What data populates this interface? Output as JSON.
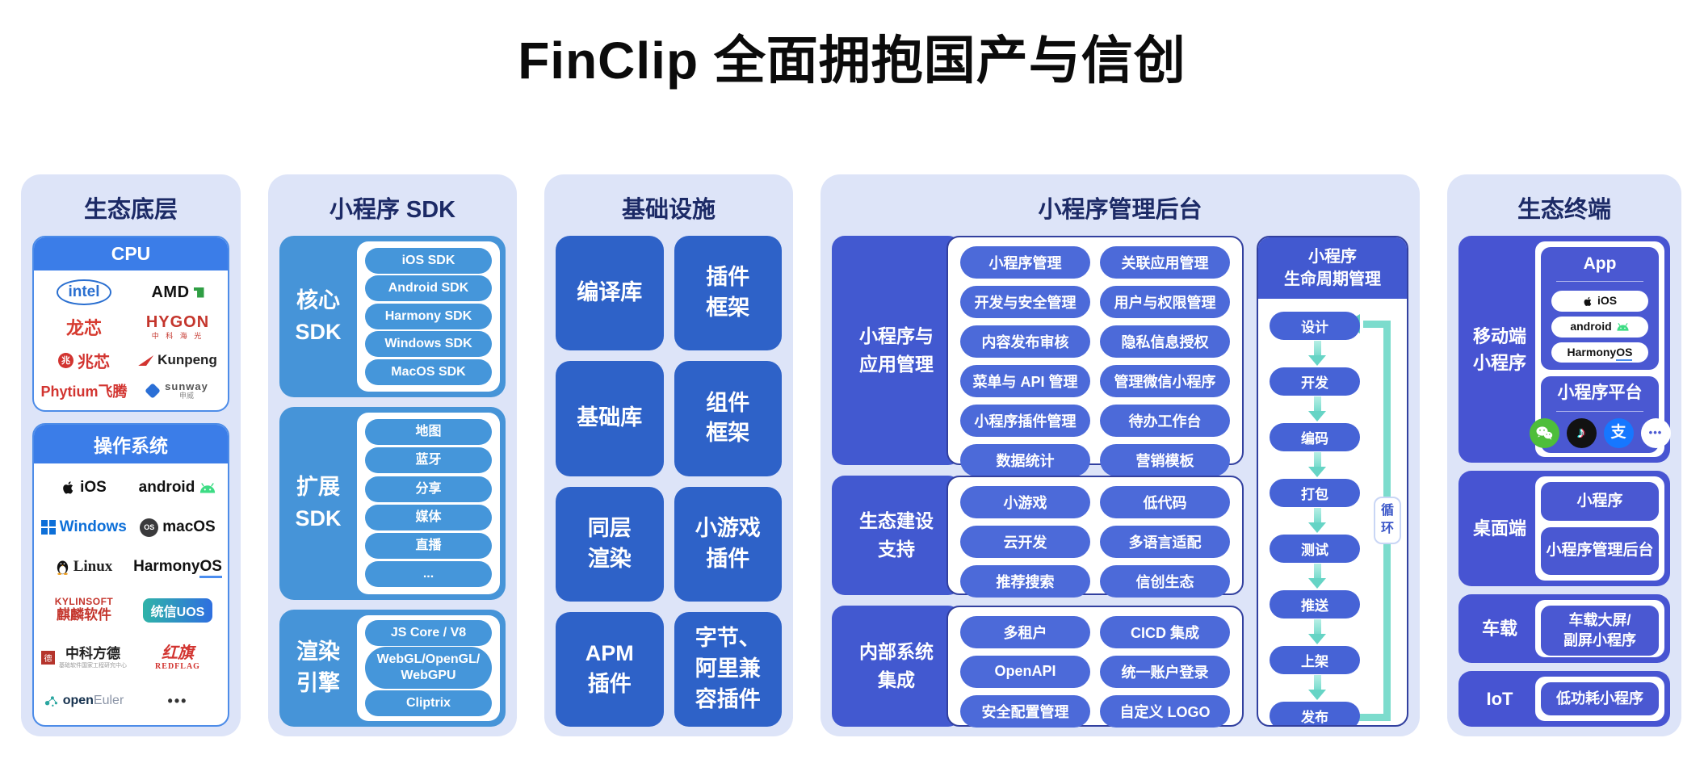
{
  "title": "FinClip 全面拥抱国产与信创",
  "colors": {
    "container_bg": "#dde4f8",
    "section_title": "#1c2a66",
    "header_blue": "#3b7de8",
    "sdk_blue": "#4694d8",
    "infra_blue": "#2e62c8",
    "admin_indigo": "#4259d0",
    "pill_indigo": "#4c6ad9",
    "terminal_indigo": "#4754d2",
    "loop_teal": "#7cdccd"
  },
  "eco_base": {
    "title": "生态底层",
    "cpu": {
      "header": "CPU",
      "logos": [
        {
          "name": "intel",
          "label": "intel"
        },
        {
          "name": "amd",
          "label": "AMD"
        },
        {
          "name": "loongson",
          "label": "龙芯"
        },
        {
          "name": "hygon",
          "label": "HYGON",
          "sub": "中 科 海 光"
        },
        {
          "name": "zhaoxin",
          "label": "兆芯",
          "icon_char": "兆"
        },
        {
          "name": "kunpeng",
          "label": "Kunpeng"
        },
        {
          "name": "phytium",
          "label": "Phytium飞腾"
        },
        {
          "name": "sunway",
          "label": "sunway",
          "sub": "申威"
        }
      ]
    },
    "os": {
      "header": "操作系统",
      "logos": [
        {
          "name": "ios",
          "label": "iOS"
        },
        {
          "name": "android",
          "label": "android"
        },
        {
          "name": "windows",
          "label": "Windows"
        },
        {
          "name": "macos",
          "label": "macOS",
          "icon_char": "OS"
        },
        {
          "name": "linux",
          "label": "Linux"
        },
        {
          "name": "harmonyos",
          "label": "Harmony",
          "label2": "OS"
        },
        {
          "name": "kylinsoft",
          "label": "KYLINSOFT",
          "sub": "麒麟软件"
        },
        {
          "name": "uos",
          "label": "统信UOS"
        },
        {
          "name": "fangde",
          "label": "中科方德",
          "sub": "基础软件国家工程研究中心",
          "icon_char": "德"
        },
        {
          "name": "redflag",
          "label": "红旗",
          "sub": "REDFLAG"
        },
        {
          "name": "openeuler",
          "label": "open",
          "label2": "Euler"
        },
        {
          "name": "more",
          "label": "•••"
        }
      ]
    }
  },
  "sdk": {
    "title": "小程序 SDK",
    "groups": [
      {
        "label": "核心\nSDK",
        "pills": [
          "iOS SDK",
          "Android SDK",
          "Harmony SDK",
          "Windows SDK",
          "MacOS SDK"
        ]
      },
      {
        "label": "扩展\nSDK",
        "pills": [
          "地图",
          "蓝牙",
          "分享",
          "媒体",
          "直播",
          "..."
        ]
      },
      {
        "label": "渲染\n引擎",
        "pills": [
          "JS Core / V8",
          "WebGL/OpenGL/\nWebGPU",
          "Cliptrix"
        ]
      }
    ]
  },
  "infra": {
    "title": "基础设施",
    "tiles": [
      "编译库",
      "插件\n框架",
      "基础库",
      "组件\n框架",
      "同层\n渲染",
      "小游戏\n插件",
      "APM\n插件",
      "字节、\n阿里兼\n容插件"
    ]
  },
  "admin": {
    "title": "小程序管理后台",
    "sections": [
      {
        "label": "小程序与\n应用管理",
        "pills": [
          "小程序管理",
          "关联应用管理",
          "开发与安全管理",
          "用户与权限管理",
          "内容发布审核",
          "隐私信息授权",
          "菜单与 API 管理",
          "管理微信小程序",
          "小程序插件管理",
          "待办工作台",
          "数据统计",
          "营销模板"
        ]
      },
      {
        "label": "生态建设\n支持",
        "pills": [
          "小游戏",
          "低代码",
          "云开发",
          "多语言适配",
          "推荐搜索",
          "信创生态"
        ]
      },
      {
        "label": "内部系统\n集成",
        "pills": [
          "多租户",
          "CICD 集成",
          "OpenAPI",
          "统一账户登录",
          "安全配置管理",
          "自定义 LOGO"
        ]
      }
    ],
    "lifecycle": {
      "title": "小程序\n生命周期管理",
      "steps": [
        "设计",
        "开发",
        "编码",
        "打包",
        "测试",
        "推送",
        "上架",
        "发布"
      ],
      "loop_label": "循\n环"
    }
  },
  "terminals": {
    "title": "生态终端",
    "mobile": {
      "label": "移动端\n小程序",
      "app_card": {
        "title": "App",
        "pills": [
          {
            "name": "ios",
            "label": "iOS"
          },
          {
            "name": "android",
            "label": "android"
          },
          {
            "name": "harmonyos",
            "label": "Harmony",
            "label2": "OS"
          }
        ]
      },
      "platform_card": {
        "title": "小程序平台",
        "icons": [
          {
            "name": "wechat",
            "glyph": ""
          },
          {
            "name": "douyin",
            "glyph": "♪"
          },
          {
            "name": "alipay",
            "glyph": "支"
          },
          {
            "name": "more",
            "glyph": "•••"
          }
        ]
      }
    },
    "desktop": {
      "label": "桌面端",
      "cards": [
        "小程序",
        "小程序管理后台"
      ]
    },
    "vehicle": {
      "label": "车载",
      "cards": [
        "车载大屏/\n副屏小程序"
      ]
    },
    "iot": {
      "label": "IoT",
      "cards": [
        "低功耗小程序"
      ]
    }
  }
}
